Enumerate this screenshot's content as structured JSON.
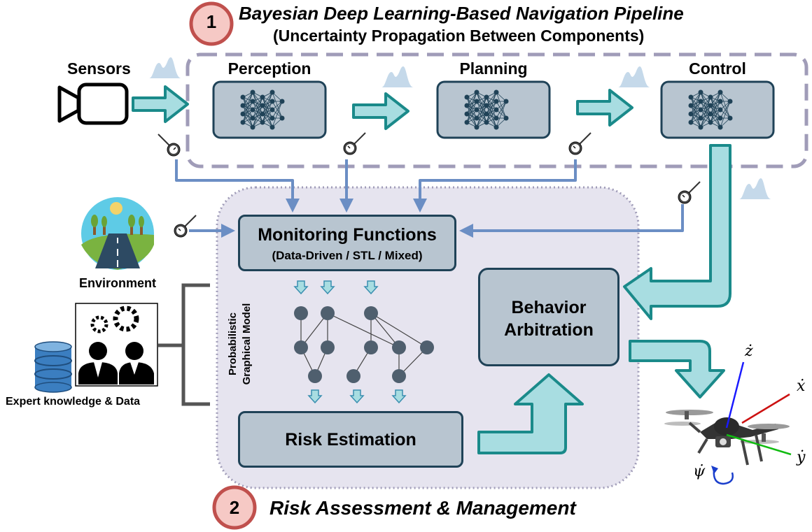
{
  "header": {
    "badge_1": "1",
    "title": "Bayesian Deep Learning-Based Navigation Pipeline",
    "subtitle": "(Uncertainty Propagation Between Components)"
  },
  "pipeline": {
    "sensors_label": "Sensors",
    "perception_label": "Perception",
    "planning_label": "Planning",
    "control_label": "Control"
  },
  "inputs": {
    "environment_label": "Environment",
    "expert_label": "Expert knowledge & Data"
  },
  "risk": {
    "monitoring_title": "Monitoring Functions",
    "monitoring_subtitle": "(Data-Driven / STL / Mixed)",
    "pgm_label_line1": "Probabilistic",
    "pgm_label_line2": "Graphical  Model",
    "risk_estimation_label": "Risk Estimation",
    "behavior_line1": "Behavior",
    "behavior_line2": "Arbitration",
    "badge_2": "2",
    "footer_title": "Risk Assessment & Management"
  },
  "drone_axes": {
    "z": "ż",
    "x": "ẋ",
    "y": "ẏ",
    "psi": "ψ̇"
  },
  "colors": {
    "badge_fill": "#f6c9c5",
    "badge_stroke": "#c0504d",
    "box_fill": "#b8c5d0",
    "box_stroke": "#1f4257",
    "arrow_fill": "#a8dde1",
    "arrow_stroke": "#1a8a8a",
    "blue_line": "#6b8ec4",
    "risk_region": "#e6e4ef",
    "dashed_border": "#a09cb8"
  }
}
